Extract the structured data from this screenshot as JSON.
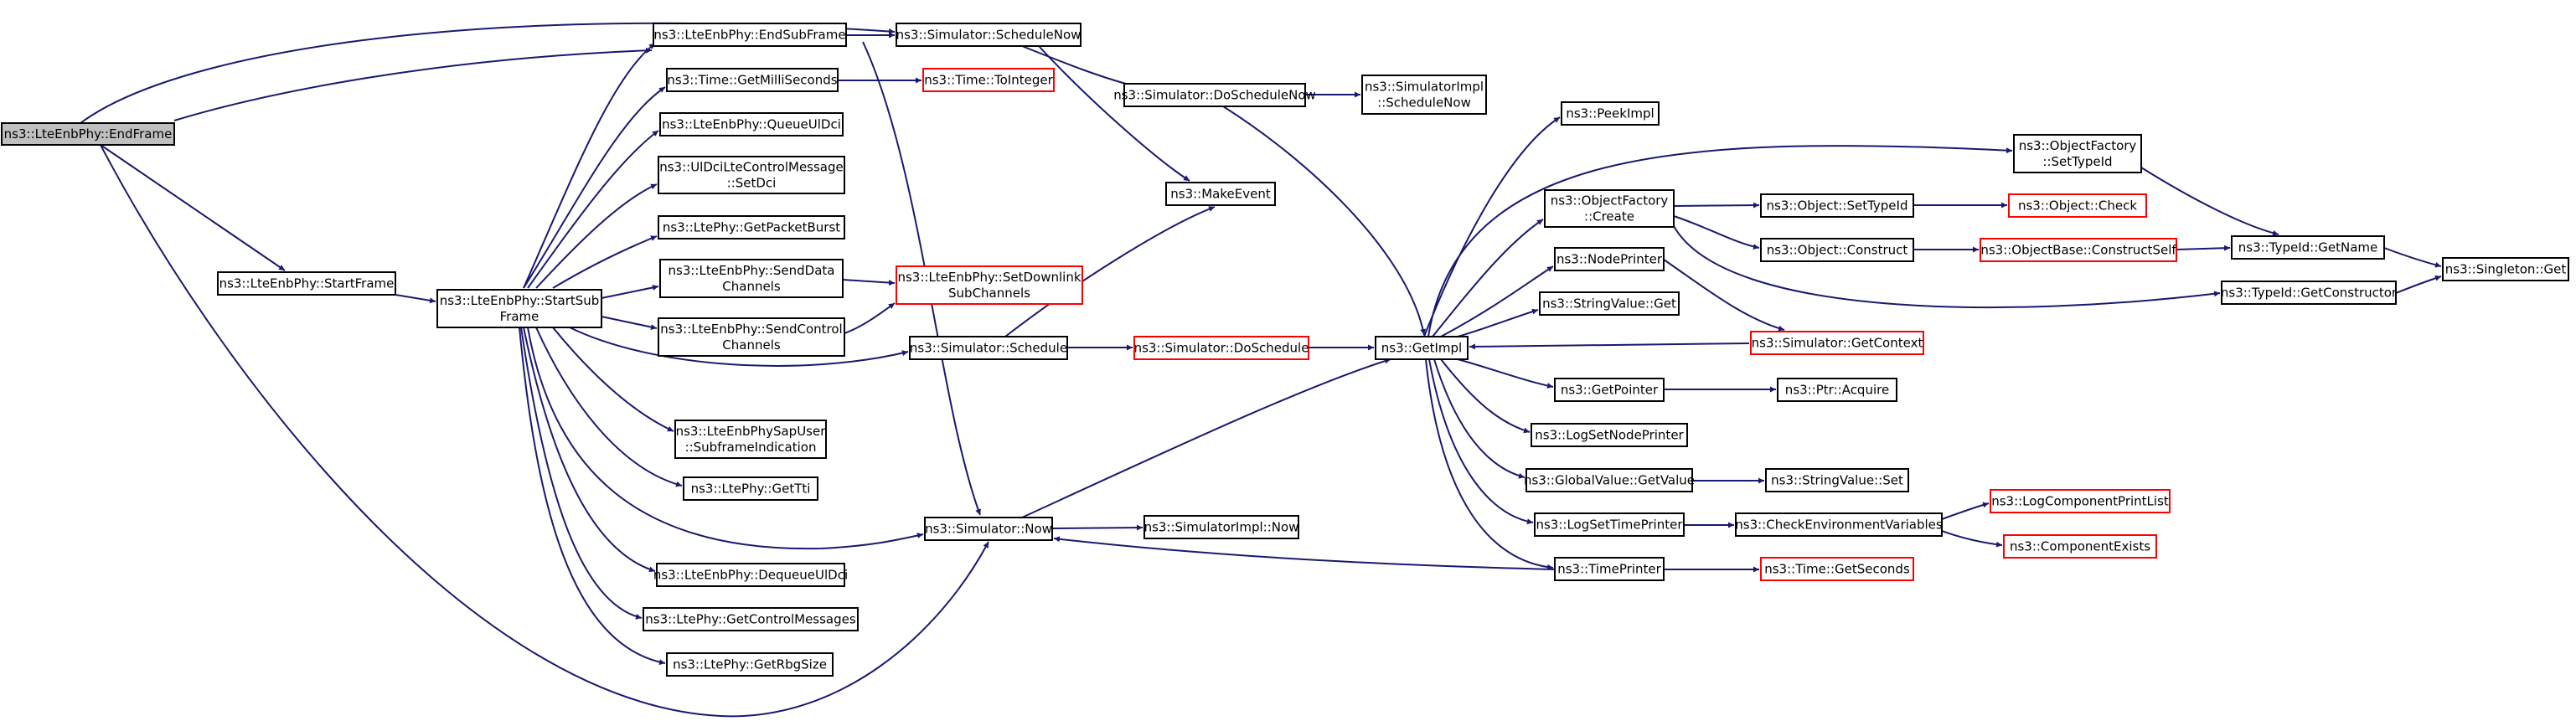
{
  "nodes": [
    {
      "id": "endframe",
      "lines": [
        "ns3::LteEnbPhy::EndFrame"
      ],
      "style": "root"
    },
    {
      "id": "startframe",
      "lines": [
        "ns3::LteEnbPhy::StartFrame"
      ],
      "style": "normal"
    },
    {
      "id": "startsubframe",
      "lines": [
        "ns3::LteEnbPhy::StartSub",
        "Frame"
      ],
      "style": "normal"
    },
    {
      "id": "endsubframe",
      "lines": [
        "ns3::LteEnbPhy::EndSubFrame"
      ],
      "style": "normal"
    },
    {
      "id": "getmilliseconds",
      "lines": [
        "ns3::Time::GetMilliSeconds"
      ],
      "style": "normal"
    },
    {
      "id": "queueuldci",
      "lines": [
        "ns3::LteEnbPhy::QueueUlDci"
      ],
      "style": "normal"
    },
    {
      "id": "setdci",
      "lines": [
        "ns3::UlDciLteControlMessage",
        "::SetDci"
      ],
      "style": "normal"
    },
    {
      "id": "getpacketburst",
      "lines": [
        "ns3::LtePhy::GetPacketBurst"
      ],
      "style": "normal"
    },
    {
      "id": "senddatachannels",
      "lines": [
        "ns3::LteEnbPhy::SendData",
        "Channels"
      ],
      "style": "normal"
    },
    {
      "id": "sendcontrolchannels",
      "lines": [
        "ns3::LteEnbPhy::SendControl",
        "Channels"
      ],
      "style": "normal"
    },
    {
      "id": "subframeindication",
      "lines": [
        "ns3::LteEnbPhySapUser",
        "::SubframeIndication"
      ],
      "style": "normal"
    },
    {
      "id": "gettti",
      "lines": [
        "ns3::LtePhy::GetTti"
      ],
      "style": "normal"
    },
    {
      "id": "dequeueuldci",
      "lines": [
        "ns3::LteEnbPhy::DequeueUlDci"
      ],
      "style": "normal"
    },
    {
      "id": "getcontrolmessages",
      "lines": [
        "ns3::LtePhy::GetControlMessages"
      ],
      "style": "normal"
    },
    {
      "id": "getrbgsize",
      "lines": [
        "ns3::LtePhy::GetRbgSize"
      ],
      "style": "normal"
    },
    {
      "id": "schedulenow",
      "lines": [
        "ns3::Simulator::ScheduleNow"
      ],
      "style": "normal"
    },
    {
      "id": "tointeger",
      "lines": [
        "ns3::Time::ToInteger"
      ],
      "style": "red"
    },
    {
      "id": "setdownlinksubchannels",
      "lines": [
        "ns3::LteEnbPhy::SetDownlink",
        "SubChannels"
      ],
      "style": "red"
    },
    {
      "id": "schedule",
      "lines": [
        "ns3::Simulator::Schedule"
      ],
      "style": "normal"
    },
    {
      "id": "now",
      "lines": [
        "ns3::Simulator::Now"
      ],
      "style": "normal"
    },
    {
      "id": "doschedulenow",
      "lines": [
        "ns3::Simulator::DoScheduleNow"
      ],
      "style": "normal"
    },
    {
      "id": "makeevent",
      "lines": [
        "ns3::MakeEvent"
      ],
      "style": "normal"
    },
    {
      "id": "doschedule",
      "lines": [
        "ns3::Simulator::DoSchedule"
      ],
      "style": "red"
    },
    {
      "id": "simimplnow",
      "lines": [
        "ns3::SimulatorImpl::Now"
      ],
      "style": "normal"
    },
    {
      "id": "simimplschedulenow",
      "lines": [
        "ns3::SimulatorImpl",
        "::ScheduleNow"
      ],
      "style": "normal"
    },
    {
      "id": "getimpl",
      "lines": [
        "ns3::GetImpl"
      ],
      "style": "normal"
    },
    {
      "id": "peekimpl",
      "lines": [
        "ns3::PeekImpl"
      ],
      "style": "normal"
    },
    {
      "id": "objectfactorycreate",
      "lines": [
        "ns3::ObjectFactory",
        "::Create"
      ],
      "style": "normal"
    },
    {
      "id": "nodeprinter",
      "lines": [
        "ns3::NodePrinter"
      ],
      "style": "normal"
    },
    {
      "id": "stringvalueget",
      "lines": [
        "ns3::StringValue::Get"
      ],
      "style": "normal"
    },
    {
      "id": "getpointer",
      "lines": [
        "ns3::GetPointer"
      ],
      "style": "normal"
    },
    {
      "id": "logsetnodeprinter",
      "lines": [
        "ns3::LogSetNodePrinter"
      ],
      "style": "normal"
    },
    {
      "id": "globalvaluegetvalue",
      "lines": [
        "ns3::GlobalValue::GetValue"
      ],
      "style": "normal"
    },
    {
      "id": "logsettimeprinter",
      "lines": [
        "ns3::LogSetTimePrinter"
      ],
      "style": "normal"
    },
    {
      "id": "timeprinter",
      "lines": [
        "ns3::TimePrinter"
      ],
      "style": "normal"
    },
    {
      "id": "getcontext",
      "lines": [
        "ns3::Simulator::GetContext"
      ],
      "style": "red"
    },
    {
      "id": "objectsettypeid",
      "lines": [
        "ns3::Object::SetTypeId"
      ],
      "style": "normal"
    },
    {
      "id": "objectconstruct",
      "lines": [
        "ns3::Object::Construct"
      ],
      "style": "normal"
    },
    {
      "id": "ptracquire",
      "lines": [
        "ns3::Ptr::Acquire"
      ],
      "style": "normal"
    },
    {
      "id": "stringvalueset",
      "lines": [
        "ns3::StringValue::Set"
      ],
      "style": "normal"
    },
    {
      "id": "checkenvvars",
      "lines": [
        "ns3::CheckEnvironmentVariables"
      ],
      "style": "normal"
    },
    {
      "id": "timegetseconds",
      "lines": [
        "ns3::Time::GetSeconds"
      ],
      "style": "red"
    },
    {
      "id": "objectfactorysettypeid",
      "lines": [
        "ns3::ObjectFactory",
        "::SetTypeId"
      ],
      "style": "normal"
    },
    {
      "id": "objectcheck",
      "lines": [
        "ns3::Object::Check"
      ],
      "style": "red"
    },
    {
      "id": "constructself",
      "lines": [
        "ns3::ObjectBase::ConstructSelf"
      ],
      "style": "red"
    },
    {
      "id": "typeidgetname",
      "lines": [
        "ns3::TypeId::GetName"
      ],
      "style": "normal"
    },
    {
      "id": "typeidgetconstructor",
      "lines": [
        "ns3::TypeId::GetConstructor"
      ],
      "style": "normal"
    },
    {
      "id": "singletonget",
      "lines": [
        "ns3::Singleton::Get"
      ],
      "style": "normal"
    },
    {
      "id": "logcomponentprintlist",
      "lines": [
        "ns3::LogComponentPrintList"
      ],
      "style": "red"
    },
    {
      "id": "componentexists",
      "lines": [
        "ns3::ComponentExists"
      ],
      "style": "red"
    }
  ],
  "colors": {
    "edge": "#191970",
    "root_fill": "#bfbfbf",
    "red_border": "#ff0000",
    "border": "#000000"
  }
}
